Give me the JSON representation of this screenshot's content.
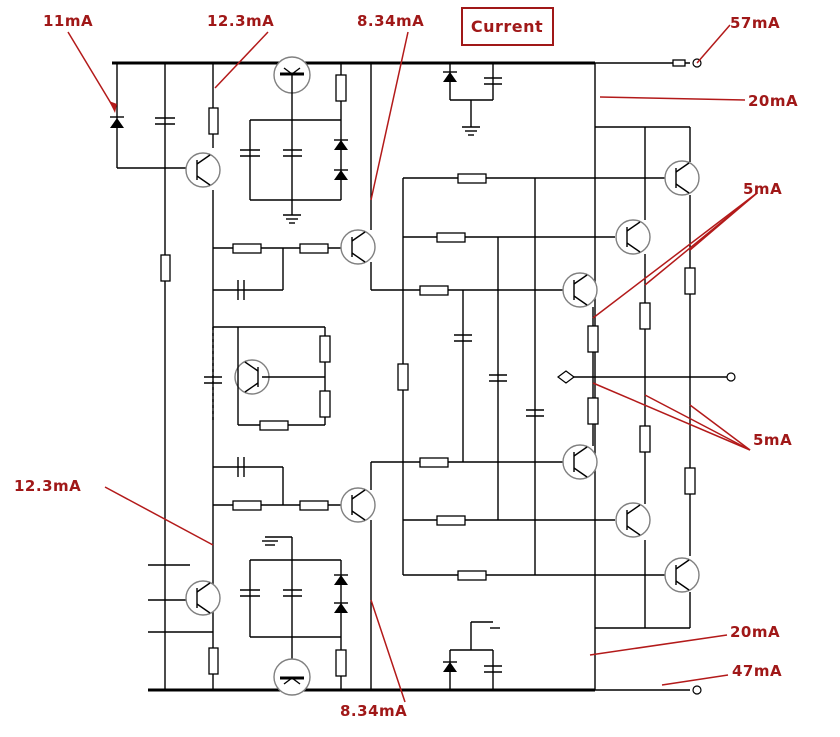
{
  "title": "Current",
  "colors": {
    "annotation": "#a01818",
    "wire": "#000000",
    "transistor_outline": "#808080"
  },
  "labels": {
    "l11": "11mA",
    "l12top": "12.3mA",
    "l834top": "8.34mA",
    "l57": "57mA",
    "l20top": "20mA",
    "l5top": "5mA",
    "l12left": "12.3mA",
    "l5bottom": "5mA",
    "l20bottom": "20mA",
    "l47": "47mA",
    "l834bottom": "8.34mA"
  }
}
